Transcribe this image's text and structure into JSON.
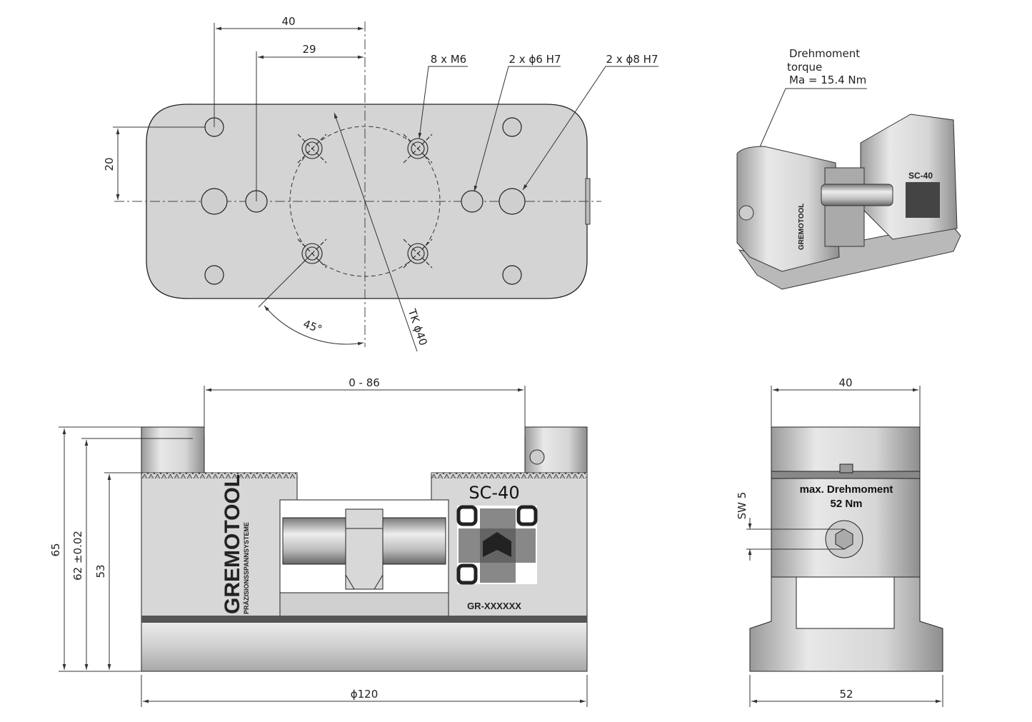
{
  "top_view": {
    "dim_40": "40",
    "dim_29": "29",
    "dim_20": "20",
    "label_m6": "8 x M6",
    "label_d6": "2 x ϕ6 H7",
    "label_d8": "2 x ϕ8 H7",
    "label_tk": "TK ϕ40",
    "label_angle": "45°"
  },
  "iso_view": {
    "torque_line1": "Drehmoment",
    "torque_line2": "torque",
    "torque_line3": "Ma = 15.4 Nm"
  },
  "front_view": {
    "dim_range": "0 - 86",
    "dim_65": "65",
    "dim_62": "62 ±0.02",
    "dim_53": "53",
    "dim_width": "ϕ120",
    "brand": "GREMOTOOL",
    "brand_sub": "PRÄZISIONSSPANNSYSTEME",
    "model": "SC-40",
    "serial": "GR-XXXXXX"
  },
  "side_view": {
    "dim_40": "40",
    "dim_52": "52",
    "dim_sw": "SW 5",
    "torque_line1": "max. Drehmoment",
    "torque_line2": "52 Nm"
  }
}
